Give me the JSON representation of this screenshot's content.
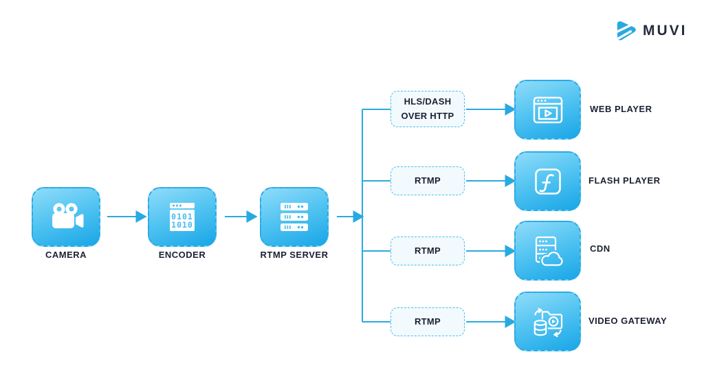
{
  "brand": {
    "name": "MUVI"
  },
  "colors": {
    "accent": "#29A9E1",
    "node_border": "#2BAAE2",
    "node_gradient_start": "#90DCF9",
    "node_gradient_end": "#18A6E7",
    "protocol_box_bg": "#F2FAFD",
    "protocol_box_border": "#45BEEF",
    "text": "#1B2032",
    "background": "#FFFFFF"
  },
  "diagram": {
    "nodes": {
      "camera": {
        "label": "CAMERA",
        "icon": "video-camera-icon"
      },
      "encoder": {
        "label": "ENCODER",
        "icon": "binary-code-window-icon"
      },
      "rtmp_server": {
        "label": "RTMP SERVER",
        "icon": "server-rack-icon"
      },
      "web_player": {
        "label": "WEB PLAYER",
        "icon": "browser-play-icon"
      },
      "flash_player": {
        "label": "FLASH PLAYER",
        "icon": "flash-icon"
      },
      "cdn": {
        "label": "CDN",
        "icon": "server-cloud-icon"
      },
      "video_gateway": {
        "label": "VIDEO GATEWAY",
        "icon": "folder-play-database-icon"
      }
    },
    "protocols": {
      "hls_dash": {
        "label": "HLS/DASH OVER HTTP"
      },
      "rtmp_to_flash": {
        "label": "RTMP"
      },
      "rtmp_to_cdn": {
        "label": "RTMP"
      },
      "rtmp_to_gateway": {
        "label": "RTMP"
      }
    },
    "edges": [
      {
        "from": "camera",
        "to": "encoder"
      },
      {
        "from": "encoder",
        "to": "rtmp_server"
      },
      {
        "from": "rtmp_server",
        "to": "web_player",
        "via": "HLS/DASH OVER HTTP"
      },
      {
        "from": "rtmp_server",
        "to": "flash_player",
        "via": "RTMP"
      },
      {
        "from": "rtmp_server",
        "to": "cdn",
        "via": "RTMP"
      },
      {
        "from": "rtmp_server",
        "to": "video_gateway",
        "via": "RTMP"
      }
    ]
  }
}
